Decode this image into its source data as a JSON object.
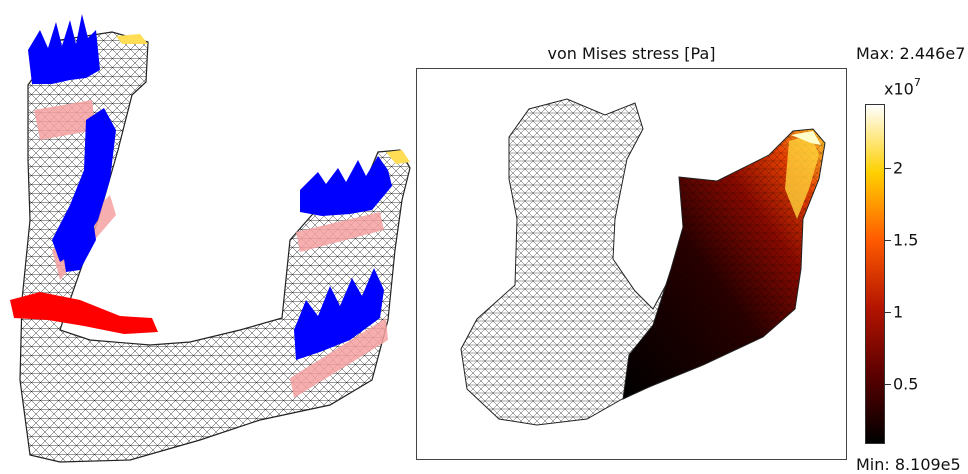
{
  "stress_plot": {
    "title": "von Mises stress [Pa]",
    "max_label": "Max: 2.446e7",
    "min_label": "Min: 8.109e5",
    "exponent_base": "x10",
    "exponent_power": "7"
  },
  "colorbar": {
    "ticks": [
      {
        "label": "2",
        "value": 2.0
      },
      {
        "label": "1.5",
        "value": 1.5
      },
      {
        "label": "1",
        "value": 1.0
      },
      {
        "label": "0.5",
        "value": 0.5
      }
    ],
    "min_value": 0.0811,
    "max_value": 2.446,
    "colors": [
      "#000000",
      "#5a0000",
      "#b31400",
      "#ff5a00",
      "#ffd000",
      "#ffffff"
    ]
  },
  "left_model": {
    "force_color": "#0000ff",
    "constraint_color": "#ff0000",
    "contact_color": "#ffdd55",
    "muscle_band_color": "#f5a0a0",
    "mesh_color": "#222222"
  }
}
